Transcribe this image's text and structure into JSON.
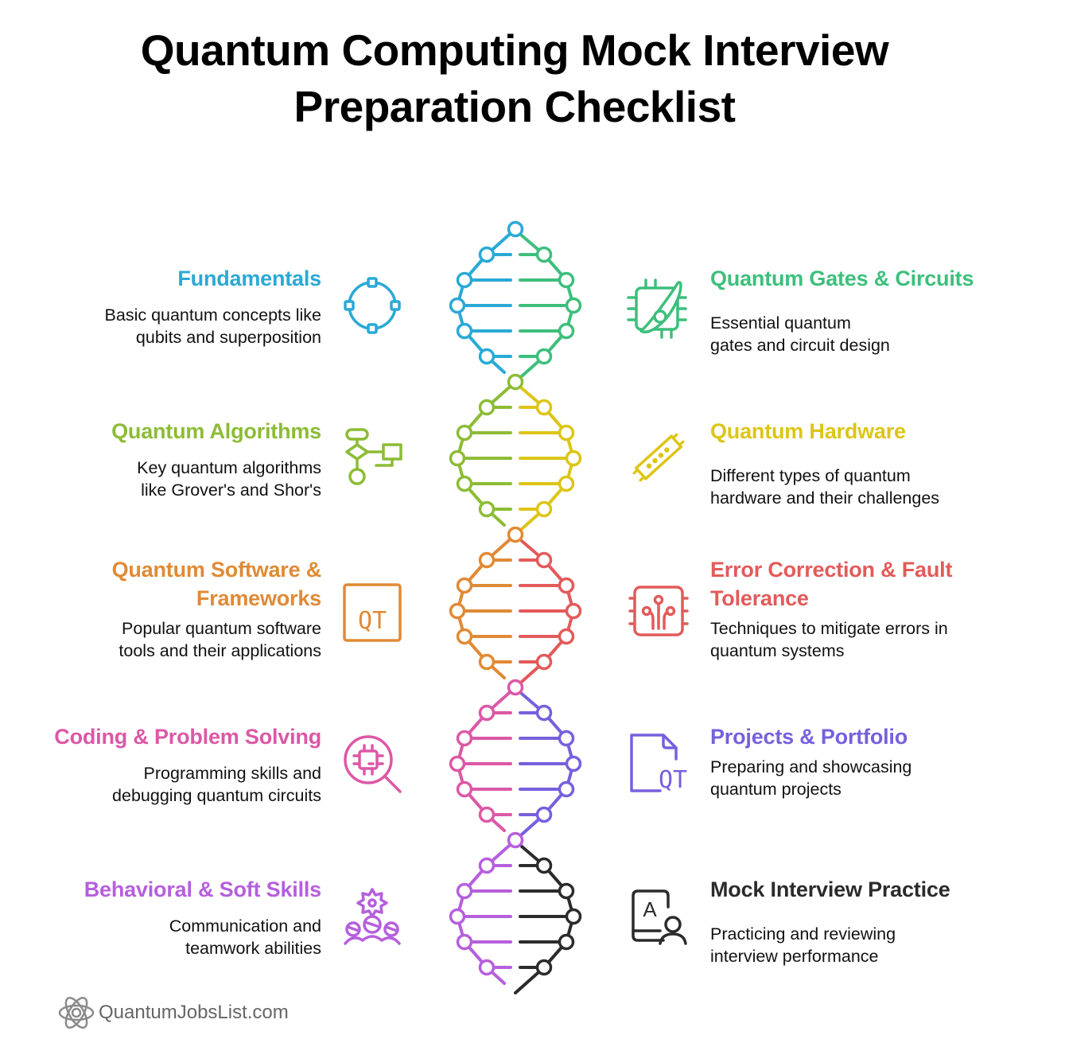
{
  "title": {
    "line1": "Quantum Computing Mock Interview",
    "line2": "Preparation Checklist"
  },
  "colors": {
    "blue": "#2aa9d6",
    "green": "#3dbf7c",
    "lime": "#8cbc35",
    "yellow": "#ddc517",
    "orange": "#e08a35",
    "red": "#e35a5a",
    "pink": "#dc58a6",
    "indigo": "#7760dd",
    "purple": "#b65fdd",
    "dark": "#2b2b2b"
  },
  "helix": {
    "segments": [
      {
        "left": "#2aa9d6",
        "right": "#3dbf7c"
      },
      {
        "left": "#8cbc35",
        "right": "#ddc517"
      },
      {
        "left": "#e08a35",
        "right": "#e35a5a"
      },
      {
        "left": "#dc58a6",
        "right": "#7760dd"
      },
      {
        "left": "#b65fdd",
        "right": "#2b2b2b"
      }
    ]
  },
  "items": {
    "left": [
      {
        "title": "Fundamentals",
        "desc1": "Basic quantum concepts like",
        "desc2": "qubits and superposition",
        "color": "#2aa9d6",
        "icon": "circle-nodes-icon"
      },
      {
        "title": "Quantum Algorithms",
        "desc1": "Key quantum algorithms",
        "desc2": "like Grover's and Shor's",
        "color": "#8cbc35",
        "icon": "flowchart-icon"
      },
      {
        "title1": "Quantum Software &",
        "title2": "Frameworks",
        "desc1": "Popular quantum software",
        "desc2": "tools and their applications",
        "color": "#e08a35",
        "icon": "qt-box-icon",
        "icon_text": "QT"
      },
      {
        "title": "Coding & Problem Solving",
        "desc1": "Programming skills and",
        "desc2": "debugging quantum circuits",
        "color": "#dc58a6",
        "icon": "chip-search-icon"
      },
      {
        "title": "Behavioral & Soft Skills",
        "desc1": "Communication and",
        "desc2": "teamwork abilities",
        "color": "#b65fdd",
        "icon": "team-gear-icon"
      }
    ],
    "right": [
      {
        "title": "Quantum Gates & Circuits",
        "desc1": "Essential quantum",
        "desc2": "gates and circuit design",
        "color": "#3dbf7c",
        "icon": "chip-orbit-icon"
      },
      {
        "title": "Quantum Hardware",
        "desc1": "Different types of quantum",
        "desc2": "hardware and their challenges",
        "color": "#ddc517",
        "icon": "hardware-tube-icon"
      },
      {
        "title1": "Error Correction & Fault",
        "title2": "Tolerance",
        "desc1": "Techniques to mitigate errors in",
        "desc2": "quantum systems",
        "color": "#e35a5a",
        "icon": "circuit-chip-icon"
      },
      {
        "title": "Projects & Portfolio",
        "desc1": "Preparing and showcasing",
        "desc2": "quantum projects",
        "color": "#7760dd",
        "icon": "qt-file-icon",
        "icon_text": "QT"
      },
      {
        "title": "Mock Interview Practice",
        "desc1": "Practicing and reviewing",
        "desc2": "interview performance",
        "color": "#2b2b2b",
        "icon": "interview-user-icon",
        "icon_text": "A"
      }
    ]
  },
  "footer": {
    "brand": "QuantumJobsList.com",
    "icon": "atom-icon"
  }
}
